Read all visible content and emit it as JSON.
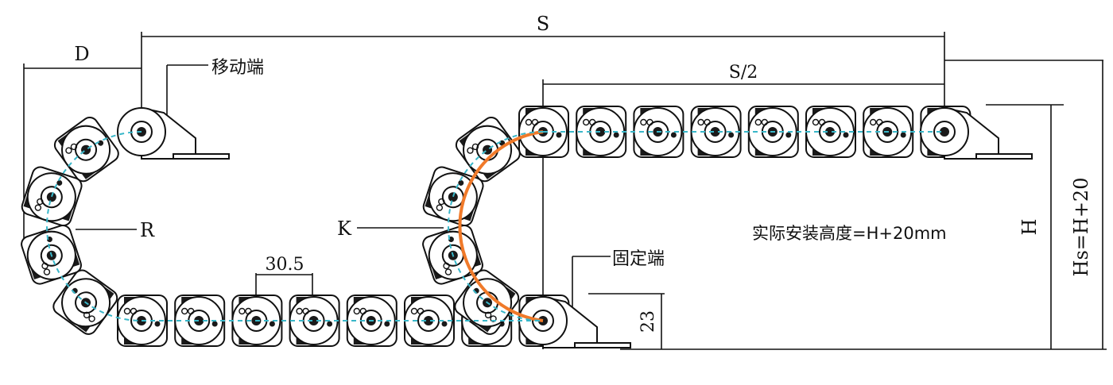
{
  "diagram": {
    "labels": {
      "S": "S",
      "S_half": "S/2",
      "D": "D",
      "R": "R",
      "K": "K",
      "H": "H",
      "Hs": "Hs=H+20",
      "pitch": "30.5",
      "height23": "23",
      "moving_end": "移动端",
      "fixed_end": "固定端",
      "install_height": "实际安装高度=H+20mm"
    },
    "colors": {
      "line": "#111111",
      "chain_fill": "#ffffff",
      "link_dark": "#1a1a1a",
      "centerline": "#39b7c9",
      "arc": "#f07a2a"
    },
    "segments": {
      "bottom_links": 8,
      "top_links": 8,
      "bend_links": 4
    }
  }
}
